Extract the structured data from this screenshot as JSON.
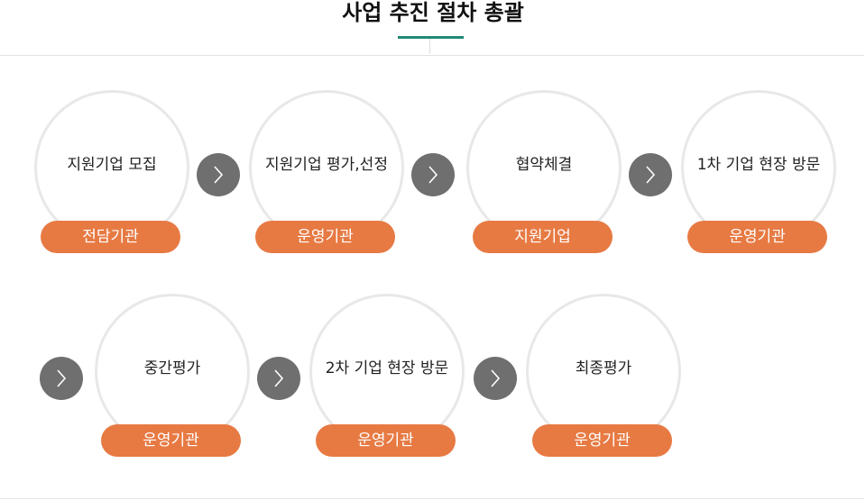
{
  "page": {
    "title": "사업 추진 절차 총괄"
  },
  "colors": {
    "accent_underline": "#1f8a74",
    "role_pill": "#e77a43",
    "arrow": "#6f6f6f",
    "circle_border": "#e8e8e8"
  },
  "steps": [
    {
      "label": "지원기업 모집",
      "role": "전담기관"
    },
    {
      "label": "지원기업 평가,선정",
      "role": "운영기관"
    },
    {
      "label": "협약체결",
      "role": "지원기업"
    },
    {
      "label": "1차 기업 현장 방문",
      "role": "운영기관"
    },
    {
      "label": "중간평가",
      "role": "운영기관"
    },
    {
      "label": "2차 기업 현장 방문",
      "role": "운영기관"
    },
    {
      "label": "최종평가",
      "role": "운영기관"
    }
  ],
  "arrow_icon": "chevron-right-icon"
}
